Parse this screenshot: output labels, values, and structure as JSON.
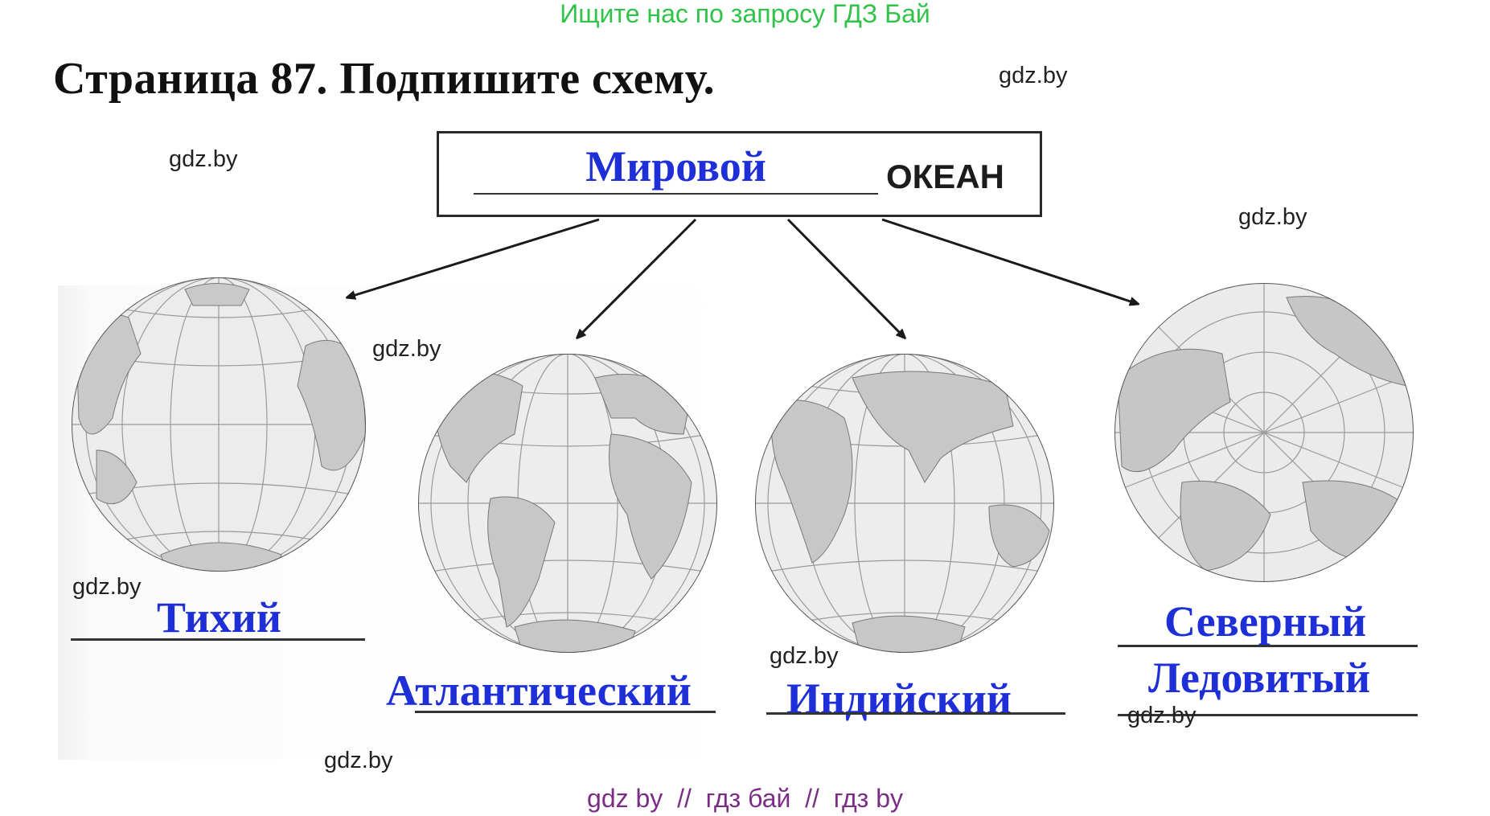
{
  "header": {
    "search_hint": "Ищите нас по запросу ГДЗ Бай",
    "title": "Страница 87. Подпишите схему."
  },
  "diagram": {
    "top_box": {
      "answer": "Мировой",
      "label": "ОКЕАН"
    },
    "oceans": [
      {
        "answer": "Тихий",
        "globe": "pacific-hemisphere"
      },
      {
        "answer": "Атлантический",
        "globe": "atlantic-hemisphere"
      },
      {
        "answer": "Индийский",
        "globe": "indian-hemisphere"
      },
      {
        "answer_line1": "Северный",
        "answer_line2": "Ледовитый",
        "globe": "arctic-hemisphere"
      }
    ]
  },
  "watermarks": {
    "w1": "gdz.by",
    "w2": "gdz.by",
    "w3": "gdz.by",
    "w4": "gdz.by",
    "w5": "gdz.by",
    "w6": "gdz.by",
    "w7": "gdz.by",
    "w8": "gdz.by"
  },
  "footer": {
    "links": "gdz by  //  гдз бай  //  гдз by"
  },
  "colors": {
    "answer_ink": "#1f2fd8",
    "search_hint": "#2fc34a",
    "footer_links": "#7b2d86"
  }
}
